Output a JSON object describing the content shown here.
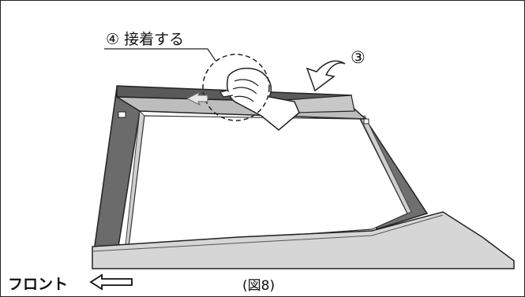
{
  "callouts": {
    "step4_label": "④ 接着する",
    "step3_label": "③"
  },
  "footer": {
    "direction_label": "フロント",
    "figure_caption": "(図8)"
  },
  "icons": {
    "direction_arrow": "arrow-left-icon",
    "press_arrow": "curved-arrow-icon",
    "hand": "hand-icon"
  },
  "colors": {
    "pillar": "#6b6b6b",
    "trim": "#bdbdbd",
    "body_panel": "#d6d6d6",
    "outline": "#222222"
  }
}
